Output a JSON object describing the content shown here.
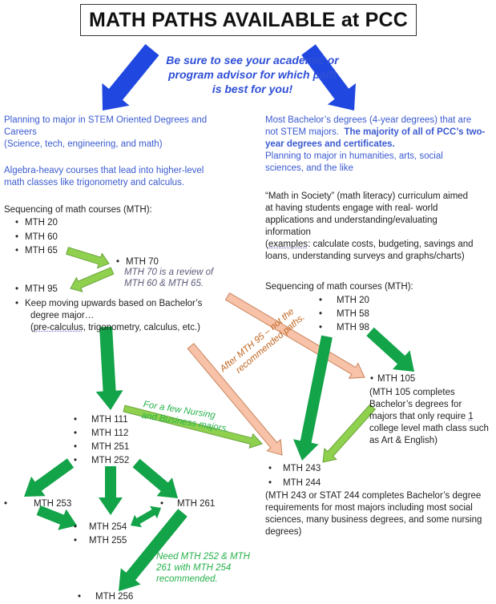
{
  "title": "MATH PATHS AVAILABLE at PCC",
  "advisor_note": [
    "Be sure to see your academic or",
    "program advisor for which path",
    "is best for you!"
  ],
  "left": {
    "intro": [
      "Planning to major in STEM Oriented Degrees and",
      "Careers",
      "(Science, tech, engineering, and math)"
    ],
    "algebra": [
      "Algebra-heavy courses that lead into higher-level",
      "math classes like trigonometry and calculus."
    ],
    "seq_heading": "Sequencing of math courses (MTH):",
    "items": [
      "MTH 20",
      "MTH 60",
      "MTH 65",
      "MTH 95"
    ],
    "mth70": "MTH 70",
    "mth70_note": [
      "MTH 70 is a review of",
      "MTH 60 & MTH 65."
    ],
    "keep_moving": [
      "Keep moving upwards based on Bachelor’s",
      "degree major…"
    ],
    "precalc_word": "pre-calculus",
    "precalc_rest": ", trigonometry, calculus, etc.)",
    "precalc_open": "("
  },
  "right": {
    "intro_a": "Most Bachelor’s degrees (4-year degrees) that are",
    "intro_b_plain": "not STEM majors.",
    "intro_b_bold": "The majority of all of PCC’s two-",
    "intro_c_bold": "year degrees and certificates.",
    "intro_d": [
      "Planning to major in humanities, arts, social",
      "sciences, and the like"
    ],
    "society": [
      "“Math in Society” (math literacy) curriculum aimed",
      "at having students engage with real- world",
      "applications and understanding/evaluating",
      "information"
    ],
    "examples_word": "examples",
    "examples_rest": ": calculate costs, budgeting, savings and",
    "examples_open": "(",
    "examples_line2": "loans, understanding surveys and graphs/charts)",
    "seq_heading": "Sequencing of math courses (MTH):",
    "items": [
      "MTH 20",
      "MTH 58",
      "MTH 98"
    ],
    "mth105": "MTH 105",
    "mth105_note_pre": [
      "(MTH 105 completes",
      "Bachelor’s degrees for"
    ],
    "mth105_note_l3a": "majors that only require ",
    "mth105_note_l3b": "1",
    "mth105_note_post": [
      "college level math class such",
      "as Art & English)"
    ],
    "final_items": [
      "MTH 243",
      "MTH 244"
    ],
    "final_note": [
      "(MTH 243 or STAT 244 completes Bachelor’s degree",
      "requirements for most majors including most social",
      "sciences, many business degrees, and some nursing",
      "degrees)"
    ]
  },
  "lower": {
    "group1": [
      "MTH 111",
      "MTH 112",
      "MTH 251",
      "MTH 252"
    ],
    "mth253": "MTH 253",
    "mth261": "MTH 261",
    "group2": [
      "MTH 254",
      "MTH 255"
    ],
    "mth256": "MTH 256",
    "nursing_note": [
      "For a few Nursing",
      "and Business majors."
    ],
    "after95_note": [
      "After MTH 95 – not the",
      "recommended paths."
    ],
    "need_note": [
      "Need MTH 252 & MTH",
      "261 with MTH 254",
      "recommended."
    ]
  },
  "colors": {
    "title_blue": "#2e4fd6",
    "arrow_blue": "#2048e0",
    "arrow_green": "#13a349",
    "arrow_light_green": "#8fd14f",
    "arrow_salmon": "#f7c2a8"
  },
  "bullet": "•"
}
